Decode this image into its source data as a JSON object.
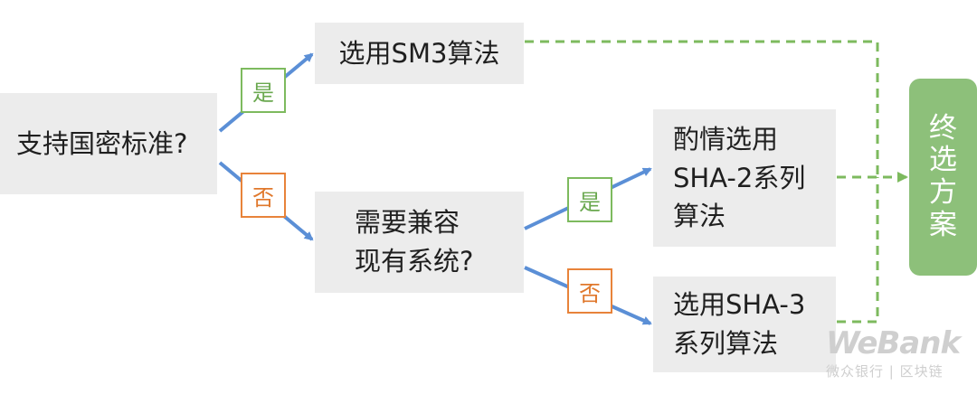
{
  "nodes": {
    "q1": "支持国密标准?",
    "sm3": "选用SM3算法",
    "q2": "需要兼容\n现有系统?",
    "sha2": "酌情选用\nSHA-2系列\n算法",
    "sha3": "选用SHA-3\n系列算法"
  },
  "badges": {
    "yes1": "是",
    "no1": "否",
    "yes2": "是",
    "no2": "否"
  },
  "final": {
    "chars": [
      "终",
      "选",
      "方",
      "案"
    ]
  },
  "watermark": {
    "brand": "WeBank",
    "subtitle": "微众银行 | 区块链"
  },
  "colors": {
    "arrow_blue": "#5b8fd6",
    "dash_green": "#7dba5e",
    "final_green": "#8dc07a",
    "box_gray": "#ececec",
    "yes_green": "#7dba5e",
    "no_orange": "#e8833a"
  }
}
